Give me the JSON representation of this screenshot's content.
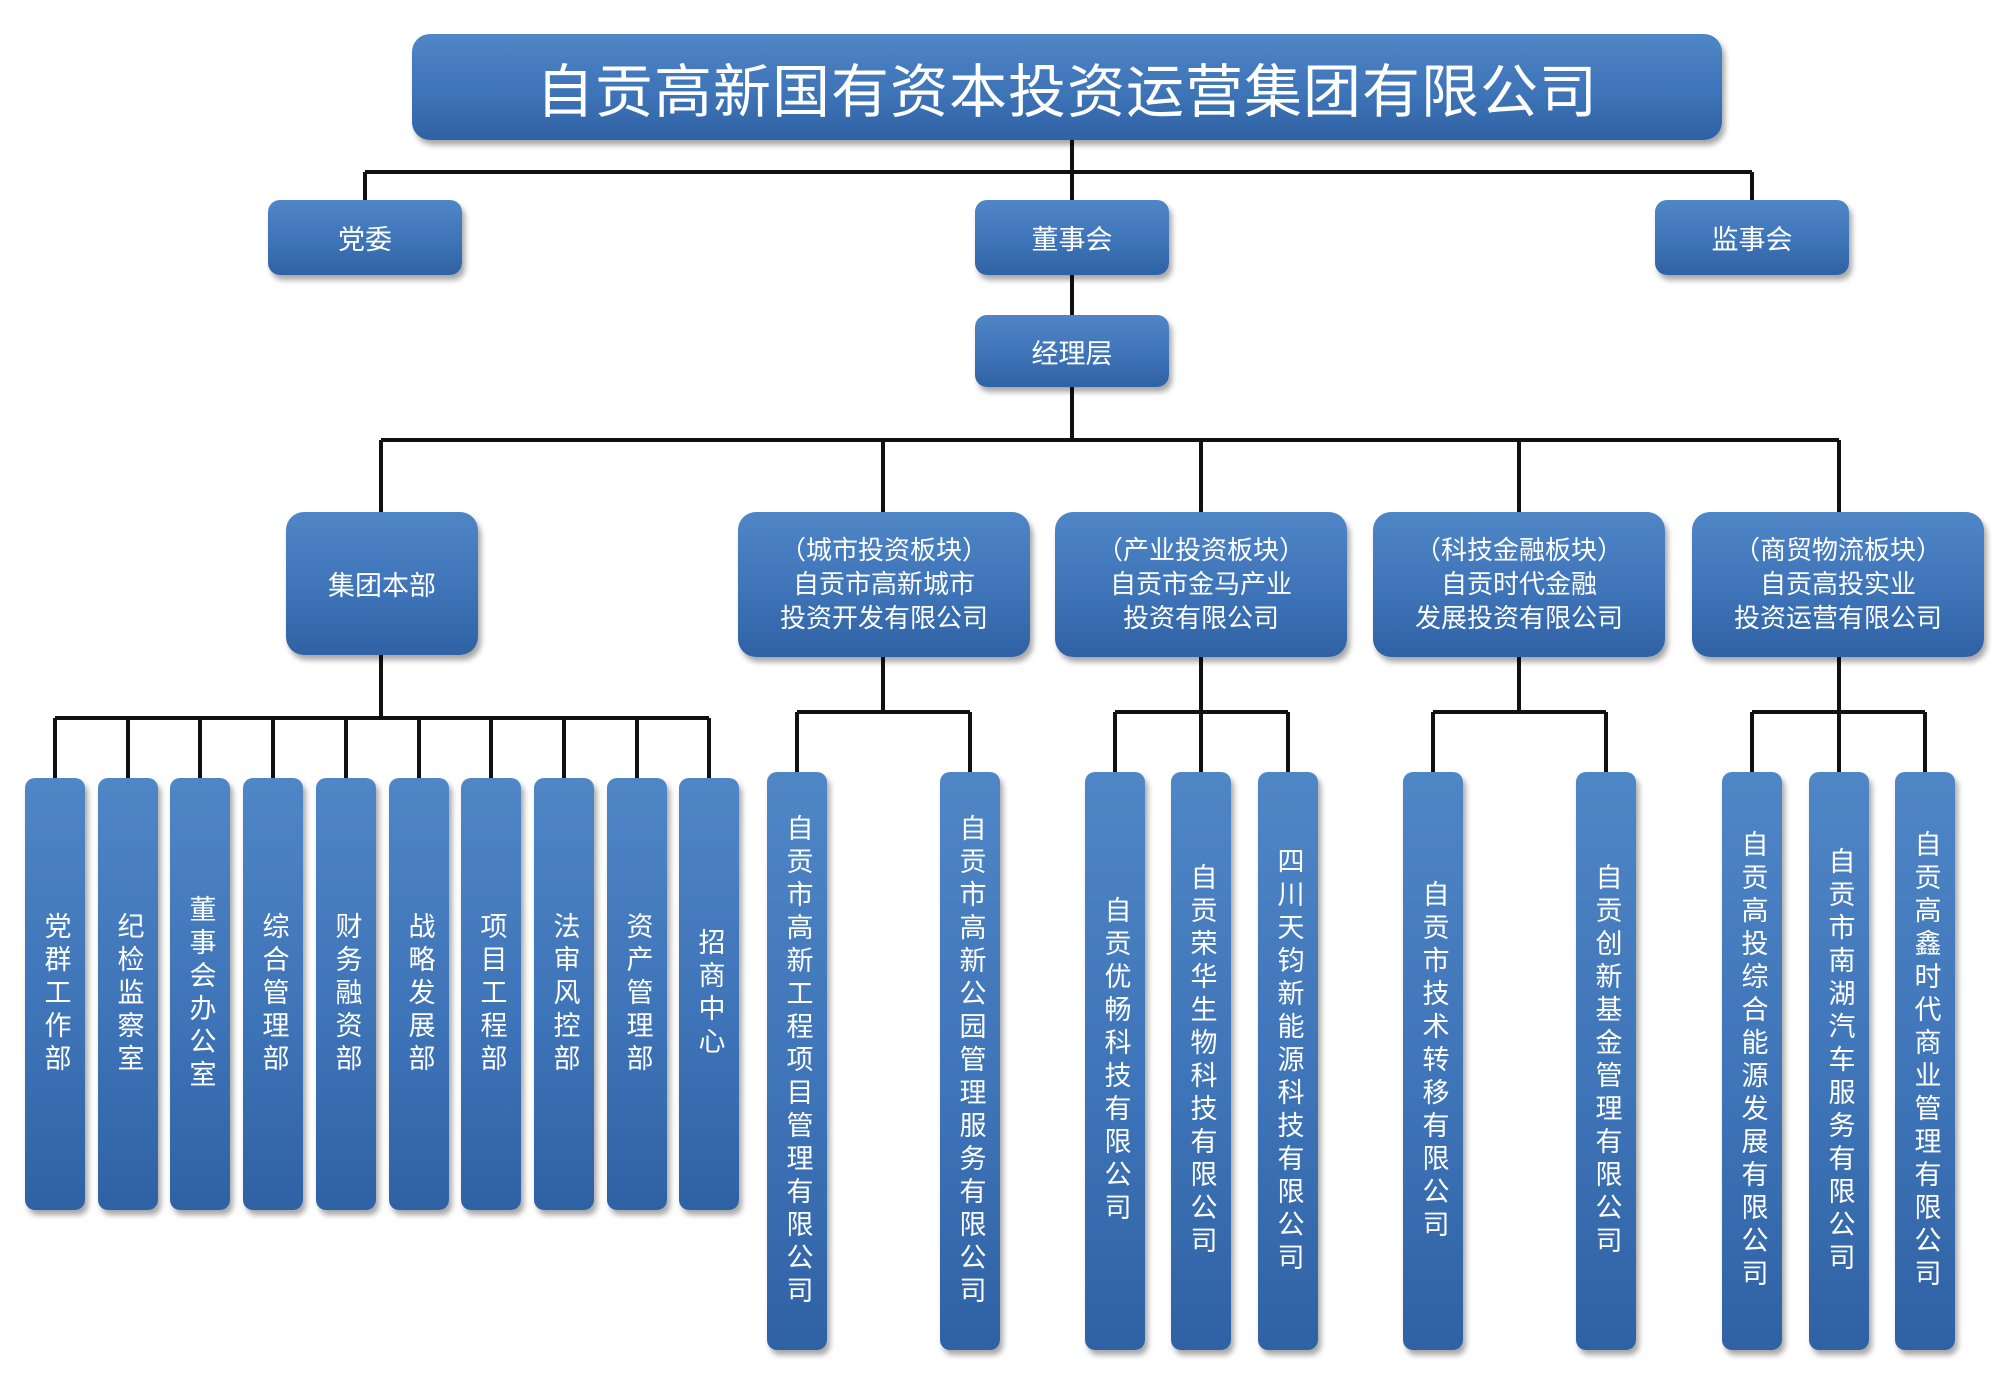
{
  "title": "自贡高新国有资本投资运营集团有限公司",
  "governance": {
    "party": "党委",
    "board": "董事会",
    "supervisory": "监事会"
  },
  "management": "经理层",
  "segments": [
    {
      "lines": [
        "集团本部"
      ]
    },
    {
      "lines": [
        "（城市投资板块）",
        "自贡市高新城市",
        "投资开发有限公司"
      ]
    },
    {
      "lines": [
        "（产业投资板块）",
        "自贡市金马产业",
        "投资有限公司"
      ]
    },
    {
      "lines": [
        "（科技金融板块）",
        "自贡时代金融",
        "发展投资有限公司"
      ]
    },
    {
      "lines": [
        "（商贸物流板块）",
        "自贡高投实业",
        "投资运营有限公司"
      ]
    }
  ],
  "departments": [
    "党群工作部",
    "纪检监察室",
    "董事会办公室",
    "综合管理部",
    "财务融资部",
    "战略发展部",
    "项目工程部",
    "法审风控部",
    "资产管理部",
    "招商中心"
  ],
  "subsidiaries": {
    "city": [
      "自贡市高新工程项目管理有限公司",
      "自贡市高新公园管理服务有限公司"
    ],
    "industry": [
      "自贡优畅科技有限公司",
      "自贡荣华生物科技有限公司",
      "四川天钧新能源科技有限公司"
    ],
    "fintech": [
      "自贡市技术转移有限公司",
      "自贡创新基金管理有限公司"
    ],
    "trade": [
      "自贡高投综合能源发展有限公司",
      "自贡市南湖汽车服务有限公司",
      "自贡高鑫时代商业管理有限公司"
    ]
  }
}
